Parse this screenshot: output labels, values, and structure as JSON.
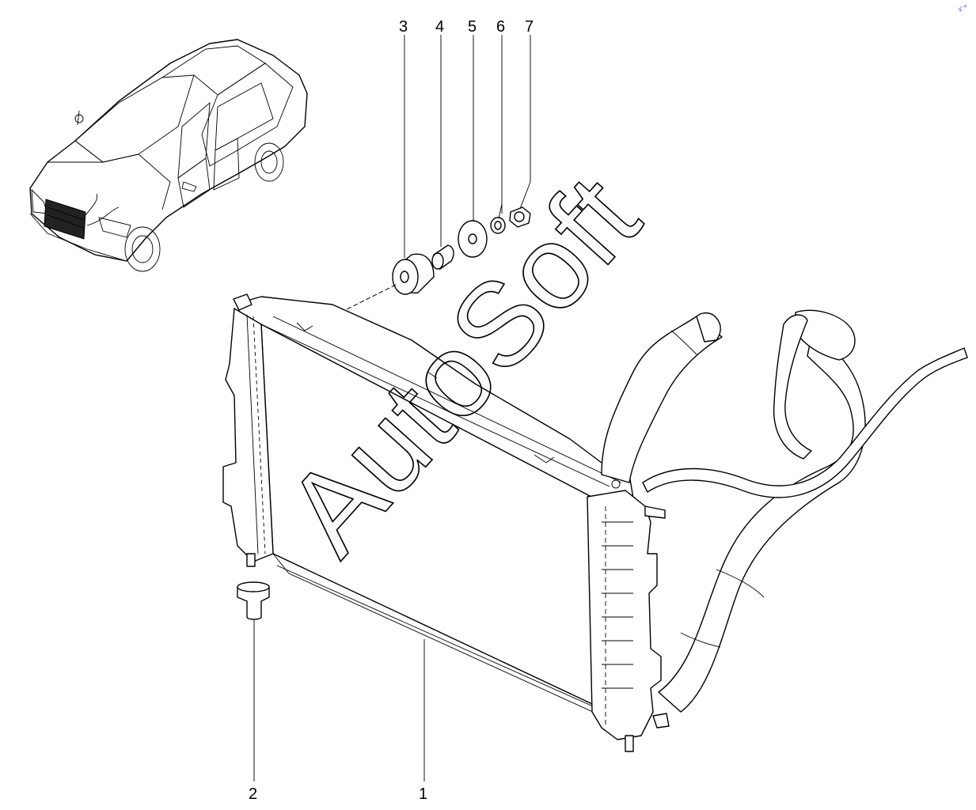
{
  "diagram": {
    "callouts": [
      {
        "id": "c3",
        "label": "3"
      },
      {
        "id": "c4",
        "label": "4"
      },
      {
        "id": "c5",
        "label": "5"
      },
      {
        "id": "c6",
        "label": "6"
      },
      {
        "id": "c7",
        "label": "7"
      },
      {
        "id": "c2",
        "label": "2"
      },
      {
        "id": "c1",
        "label": "1"
      }
    ],
    "watermark": "AutoSoft",
    "corner_mark": "g° ∞"
  }
}
